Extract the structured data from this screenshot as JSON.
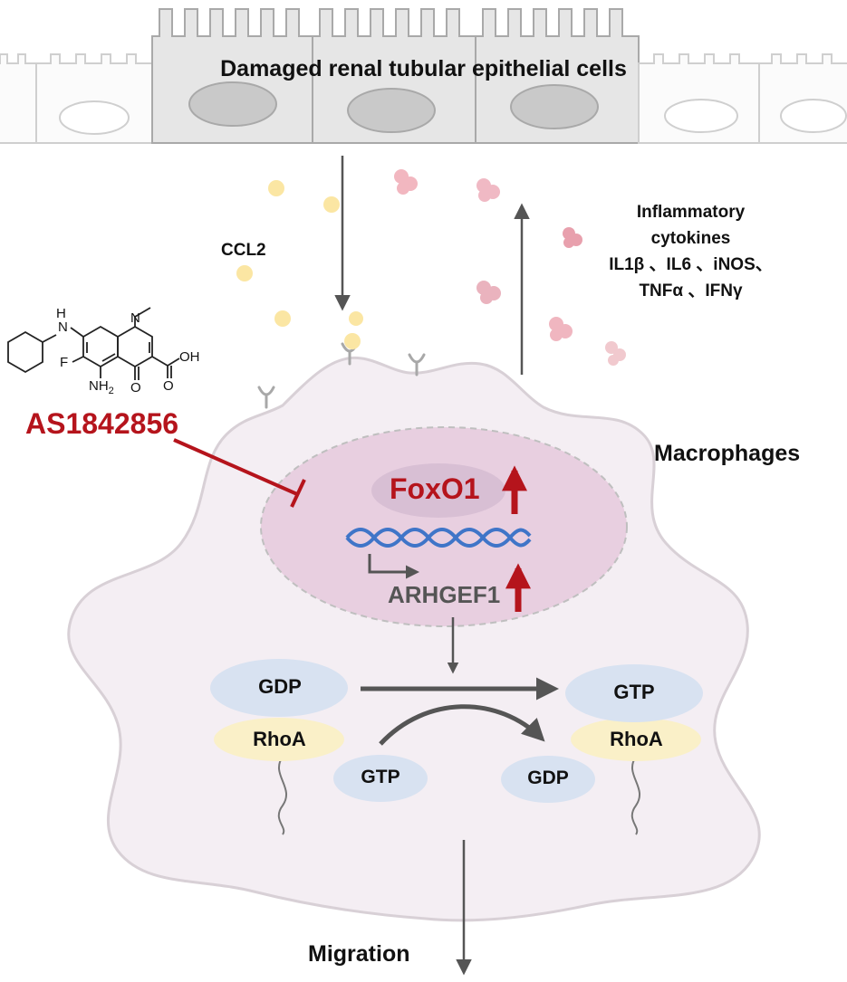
{
  "title": "Damaged renal tubular epithelial cells",
  "ccl2": "CCL2",
  "cytokines": {
    "line1": "Inflammatory",
    "line2": "cytokines",
    "line3": "IL1β 、IL6 、iNOS、",
    "line4": "TNFα 、IFNγ"
  },
  "inhibitor": {
    "name": "AS1842856",
    "atoms": {
      "h": "H",
      "n_ring": "N",
      "n_amine": "N",
      "f": "F",
      "oh": "OH",
      "nh2": "NH",
      "nh2_sub": "2",
      "o_keto": "O",
      "o_acid": "O"
    }
  },
  "cell_label": "Macrophages",
  "nucleus": {
    "tf": "FoxO1",
    "target": "ARHGEF1"
  },
  "rho": {
    "gdp_bound": "GDP",
    "rhoa_left": "RhoA",
    "gtp_bound": "GTP",
    "rhoa_right": "RhoA",
    "gtp_free": "GTP",
    "gdp_free": "GDP"
  },
  "outcome": "Migration",
  "colors": {
    "inhibitor_red": "#b5141c",
    "cell_fill": "#f4eef3",
    "nucleus_fill": "#e8cfe0",
    "gdp_gtp_fill": "#d8e2f1",
    "rhoa_fill": "#faf0c8",
    "dna_blue": "#3f75c8",
    "arrow_grey": "#555555"
  }
}
